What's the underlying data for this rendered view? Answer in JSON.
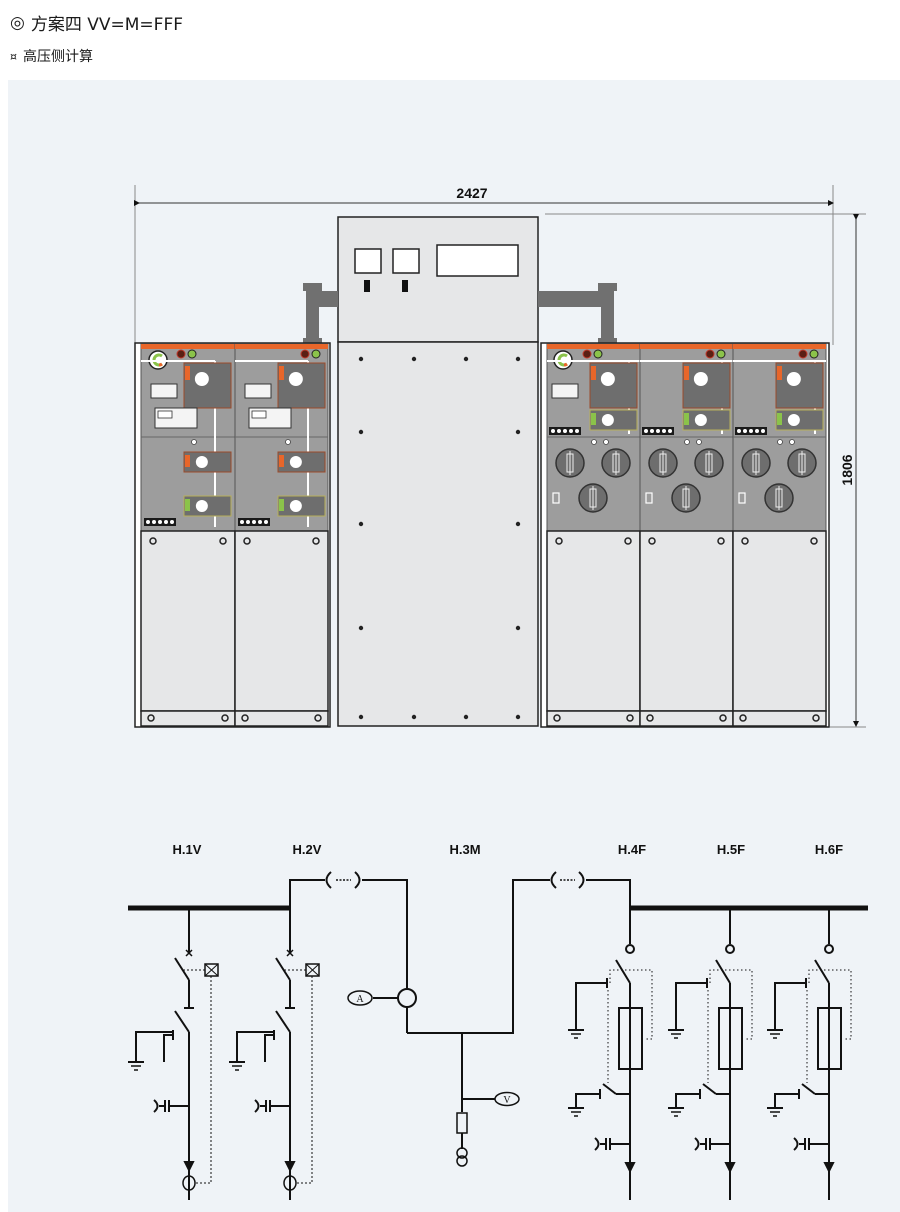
{
  "header": {
    "title_bullet": "◎",
    "title": "方案四  VV=M=FFF",
    "subtitle_bullet": "¤",
    "subtitle": "高压侧计算"
  },
  "drawing": {
    "width_dimension": "2427",
    "height_dimension": "1806",
    "colors": {
      "accent_orange": "#e8662a",
      "panel_gray": "#9d9d9d",
      "dark_gray": "#6e6e6e",
      "light_panel": "#e6e7e8",
      "indicator_green": "#8bc34a",
      "background": "#eff3f7"
    },
    "units": [
      {
        "id": "H.1V",
        "type": "V",
        "position": "left"
      },
      {
        "id": "H.2V",
        "type": "V",
        "position": "left"
      },
      {
        "id": "H.3M",
        "type": "M",
        "position": "center"
      },
      {
        "id": "H.4F",
        "type": "F",
        "position": "right"
      },
      {
        "id": "H.5F",
        "type": "F",
        "position": "right"
      },
      {
        "id": "H.6F",
        "type": "F",
        "position": "right"
      }
    ]
  },
  "single_line": {
    "labels": [
      "H.1V",
      "H.2V",
      "H.3M",
      "H.4F",
      "H.5F",
      "H.6F"
    ],
    "ammeter_label": "A",
    "voltmeter_label": "V"
  }
}
